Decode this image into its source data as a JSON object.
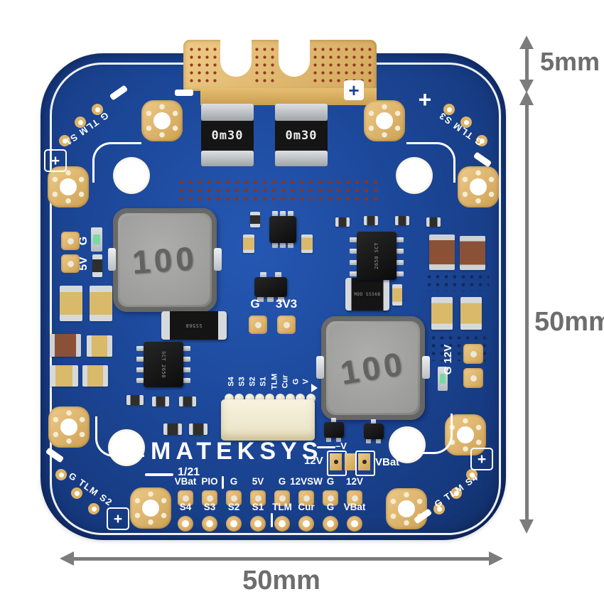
{
  "dimensions": {
    "offset": "5mm",
    "side": "50mm",
    "bottom": "50mm"
  },
  "board": {
    "brand": "MATEKSYS",
    "revision": "1/21",
    "corner_labels": {
      "tl": "G TLM S1",
      "tr": "G TLM S3",
      "bl": "G TLM S2",
      "br": "G TLM S4"
    },
    "plus": "+",
    "shunts": [
      "0m30",
      "0m30"
    ],
    "inductors": [
      "100",
      "100"
    ],
    "silk": {
      "g": "G",
      "v5": "5V",
      "g2": "G",
      "v33": "3V3",
      "g12v": "G 12V"
    },
    "connector": [
      "S4",
      "S3",
      "S2",
      "S1",
      "TLM",
      "Cur",
      "G",
      "V"
    ],
    "jumper": {
      "title": "–V",
      "left": "12V",
      "right": "VBat"
    },
    "io_top": [
      "VBat",
      "PIO",
      "G",
      "5V",
      "G",
      "12VSW",
      "G",
      "12V"
    ],
    "io_bottom": [
      "S4",
      "S3",
      "S2",
      "S1",
      "TLM",
      "Cur",
      "G",
      "VBat"
    ],
    "chips": {
      "buck1": "2650 SCT",
      "buck2": "SCT 2650",
      "diode1": "SS568",
      "diode2": "MDD SS56B"
    }
  },
  "colors": {
    "pcb_blue": "#1c4798",
    "copper_gold": "#e0b873",
    "silkscreen": "#ffffff",
    "dimension_gray": "#6d6d6d"
  }
}
